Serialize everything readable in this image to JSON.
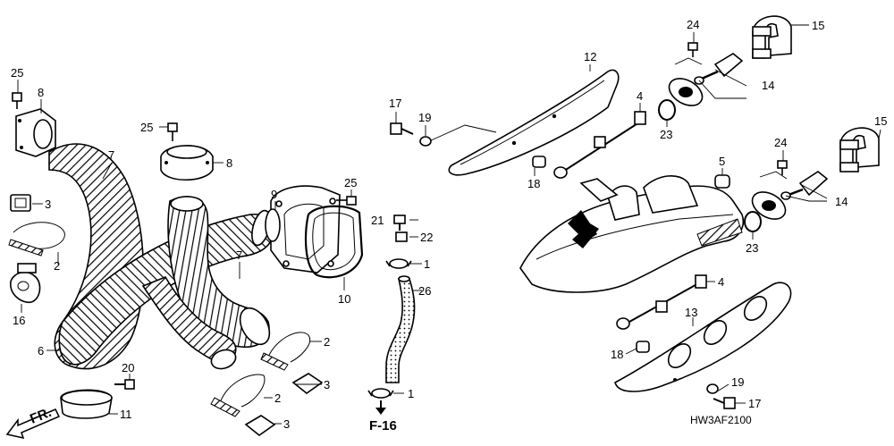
{
  "callouts": {
    "c1a": "1",
    "c1b": "1",
    "c2a": "2",
    "c2b": "2",
    "c2c": "2",
    "c3a": "3",
    "c3b": "3",
    "c3c": "3",
    "c4a": "4",
    "c4b": "4",
    "c5": "5",
    "c6": "6",
    "c7a": "7",
    "c7b": "7",
    "c8a": "8",
    "c8b": "8",
    "c9": "9",
    "c10": "10",
    "c11": "11",
    "c12": "12",
    "c13": "13",
    "c14a": "14",
    "c14b": "14",
    "c15a": "15",
    "c15b": "15",
    "c16": "16",
    "c17a": "17",
    "c17b": "17",
    "c18a": "18",
    "c18b": "18",
    "c19a": "19",
    "c19b": "19",
    "c20": "20",
    "c21": "21",
    "c22": "22",
    "c23a": "23",
    "c23b": "23",
    "c24a": "24",
    "c24b": "24",
    "c25a": "25",
    "c25b": "25",
    "c25c": "25",
    "c26": "26"
  },
  "section_ref": "F-16",
  "front_arrow": "FR.",
  "diagram_code": "HW3AF2100",
  "icons": {
    "front": "front-direction-arrow-icon",
    "down_arrow": "down-arrow-icon"
  }
}
